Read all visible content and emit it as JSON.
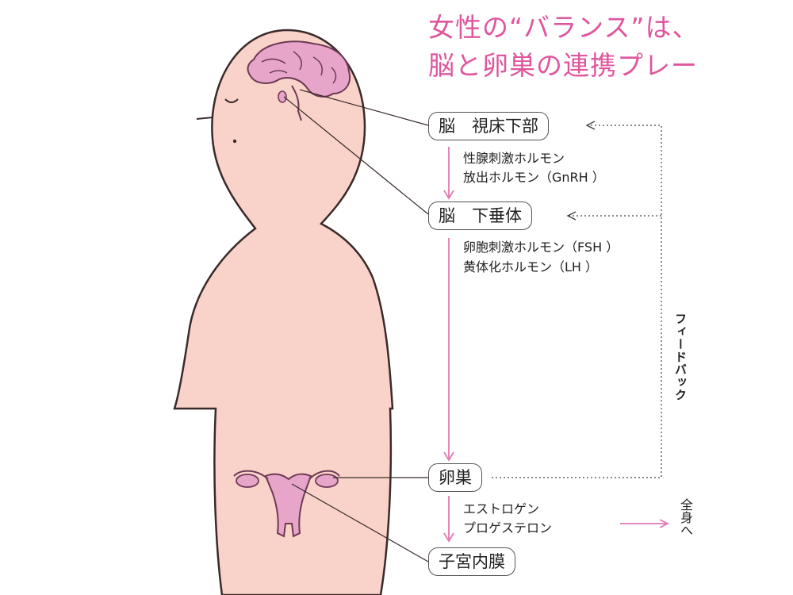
{
  "title": {
    "line1": "女性の“バランス”は、",
    "line2": "脳と卵巣の連携プレー"
  },
  "boxes": {
    "hypothalamus": "脳　視床下部",
    "pituitary": "脳　下垂体",
    "ovary": "卵巣",
    "endometrium": "子宮内膜"
  },
  "hormones": {
    "gnrh_line1": "性腺刺激ホルモン",
    "gnrh_line2": "放出ホルモン（GnRH ）",
    "fsh_line1": "卵胞刺激ホルモン（FSH ）",
    "lh_line2": "黄体化ホルモン（LH ）",
    "estrogen": "エストロゲン",
    "progesterone": "プロゲステロン"
  },
  "feedback_label": "フィードバック",
  "whole_body_label": "全身へ",
  "colors": {
    "title": "#e0569e",
    "skin": "#f9d3c9",
    "brain": "#e7a6c9",
    "arrow_pink": "#e07ab3",
    "outline": "#3a2a2a"
  }
}
